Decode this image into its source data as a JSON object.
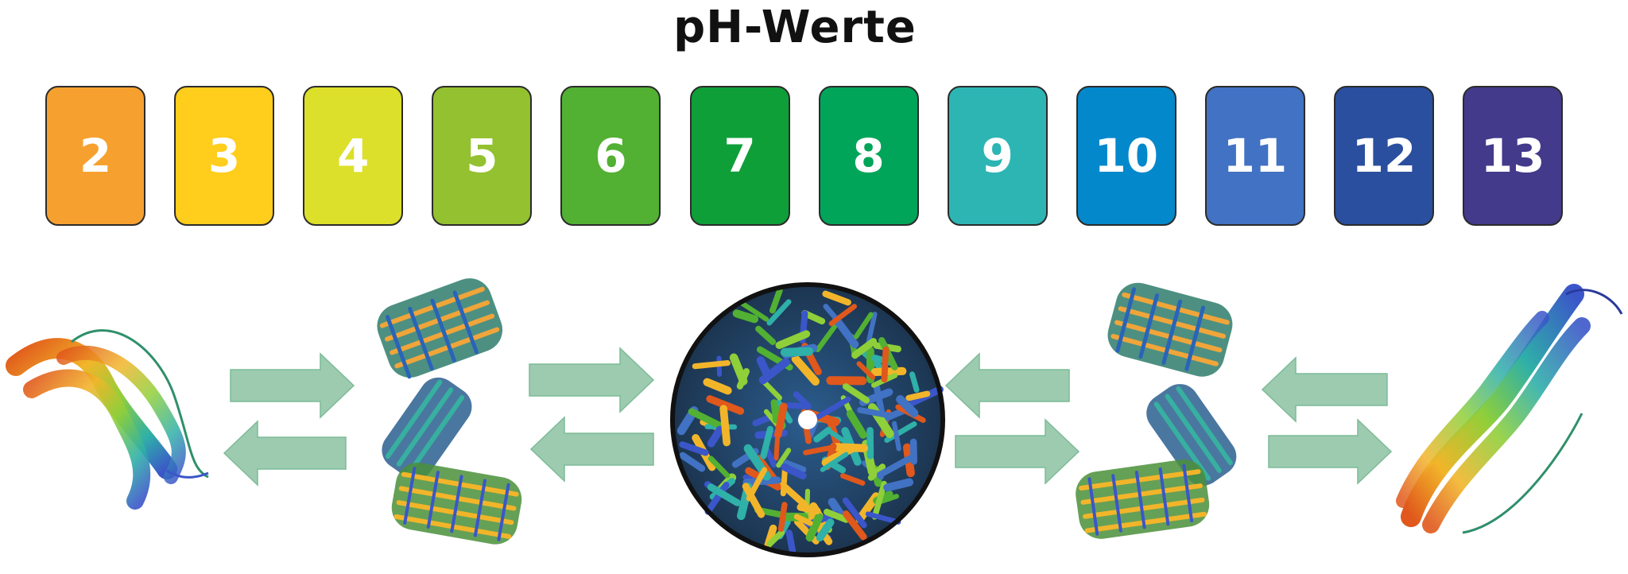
{
  "title": "pH-Werte",
  "ph_scale": [
    {
      "value": "2",
      "color": "#F6A12F"
    },
    {
      "value": "3",
      "color": "#FFCD1C"
    },
    {
      "value": "4",
      "color": "#DCE02A"
    },
    {
      "value": "5",
      "color": "#93C12F"
    },
    {
      "value": "6",
      "color": "#52B033"
    },
    {
      "value": "7",
      "color": "#0E9F39"
    },
    {
      "value": "8",
      "color": "#00A559"
    },
    {
      "value": "9",
      "color": "#2DB5B3"
    },
    {
      "value": "10",
      "color": "#0388CB"
    },
    {
      "value": "11",
      "color": "#4172C3"
    },
    {
      "value": "12",
      "color": "#2A4F9E"
    },
    {
      "value": "13",
      "color": "#433A8B"
    }
  ],
  "arrow_color": "#9DCBB0",
  "arrow_stroke": "#7DBB97",
  "structures": [
    {
      "name": "monomer"
    },
    {
      "name": "partial-assembly"
    },
    {
      "name": "full-cage-assembly"
    },
    {
      "name": "partial-assembly"
    },
    {
      "name": "monomer"
    }
  ]
}
